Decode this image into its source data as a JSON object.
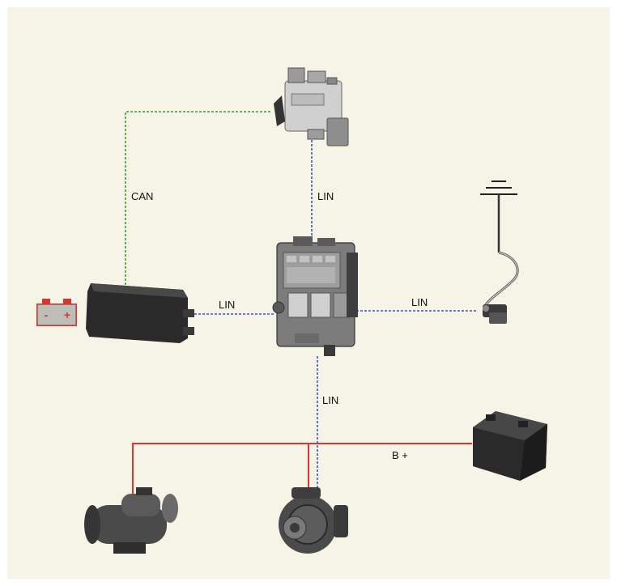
{
  "colors": {
    "background": "#f6f4e6",
    "can_line": "#3c9c3c",
    "lin_line": "#3b55c8",
    "power_line": "#e03434",
    "battery_icon": "#d9352f",
    "component": "#2e2e2e"
  },
  "labels": {
    "can": "CAN",
    "lin_top": "LIN",
    "lin_left": "LIN",
    "lin_right": "LIN",
    "lin_bottom": "LIN",
    "b_plus": "B +"
  },
  "icons": {
    "battery_indicator": "battery-warning-icon",
    "minus": "-",
    "plus": "+"
  }
}
